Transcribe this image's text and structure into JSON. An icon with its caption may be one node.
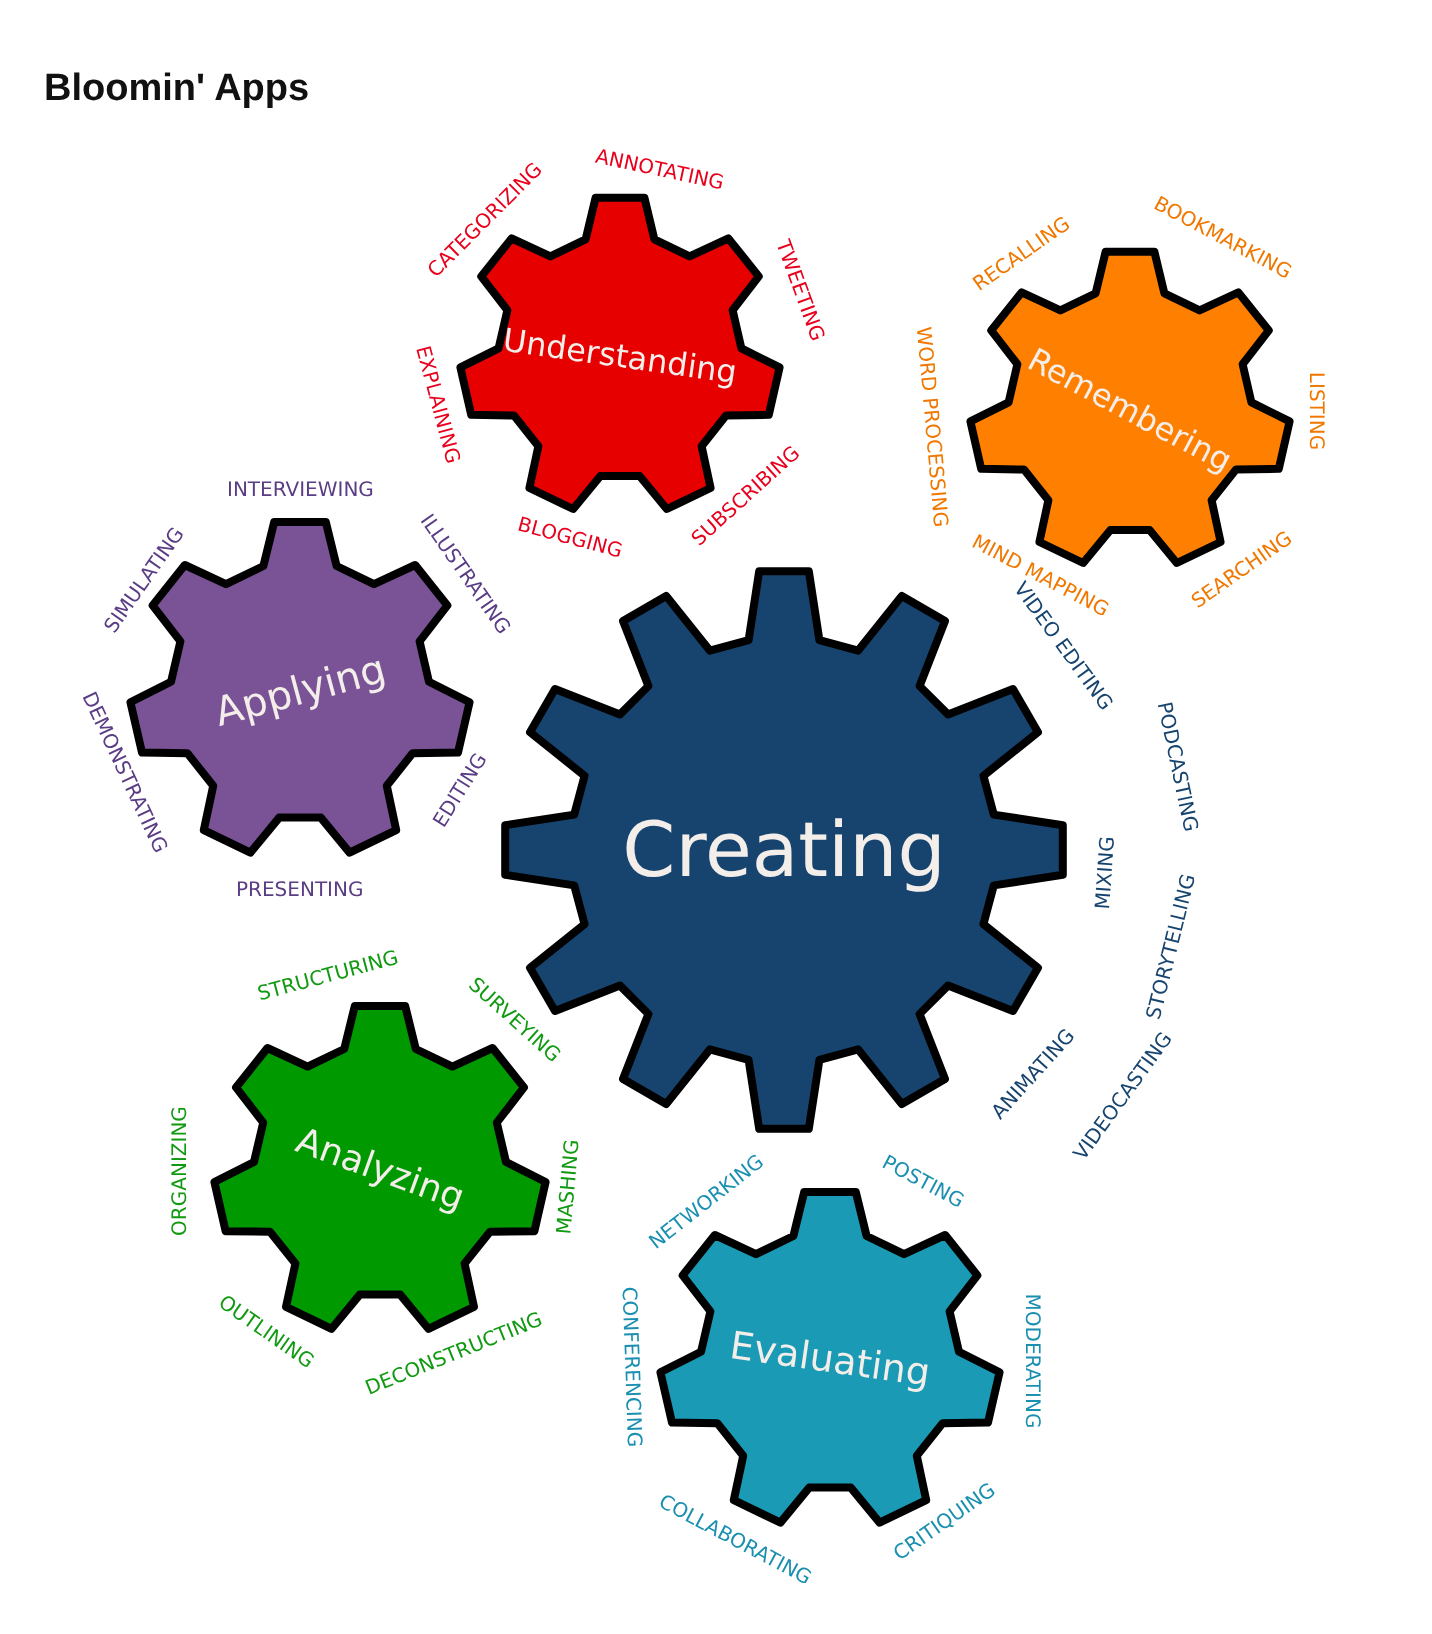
{
  "diagram": {
    "title": "Bloomin' Apps",
    "nodes": [
      {
        "text": [
          "Understanding"
        ],
        "beside": [
          "CATEGORIZING",
          "ANNOTATING",
          "TWEETING",
          "SUBSCRIBING",
          "BLOGGING",
          "EXPLAINING"
        ]
      },
      {
        "text": [
          "Remembering"
        ],
        "beside": [
          "RECALLING",
          "BOOKMARKING",
          "LISTING",
          "SEARCHING",
          "MIND MAPPING",
          "WORD PROCESSING"
        ]
      },
      {
        "text": [
          "Applying"
        ],
        "beside": [
          "SIMULATING",
          "INTERVIEWING",
          "ILLUSTRATING",
          "EDITING",
          "PRESENTING",
          "DEMONSTRATING"
        ]
      },
      {
        "text": [
          "Creating"
        ],
        "beside": [
          "VIDEO EDITING",
          "PODCASTING",
          "MIXING",
          "STORYTELLING",
          "ANIMATING",
          "VIDEOCASTING"
        ]
      },
      {
        "text": [
          "Analyzing"
        ],
        "beside": [
          "STRUCTURING",
          "SURVEYING",
          "MASHING",
          "DECONSTRUCTING",
          "OUTLINING",
          "ORGANIZING"
        ]
      },
      {
        "text": [
          "Evaluating"
        ],
        "beside": [
          "NETWORKING",
          "POSTING",
          "MODERATING",
          "CRITIQUING",
          "COLLABORATING",
          "CONFERENCING"
        ]
      }
    ]
  }
}
